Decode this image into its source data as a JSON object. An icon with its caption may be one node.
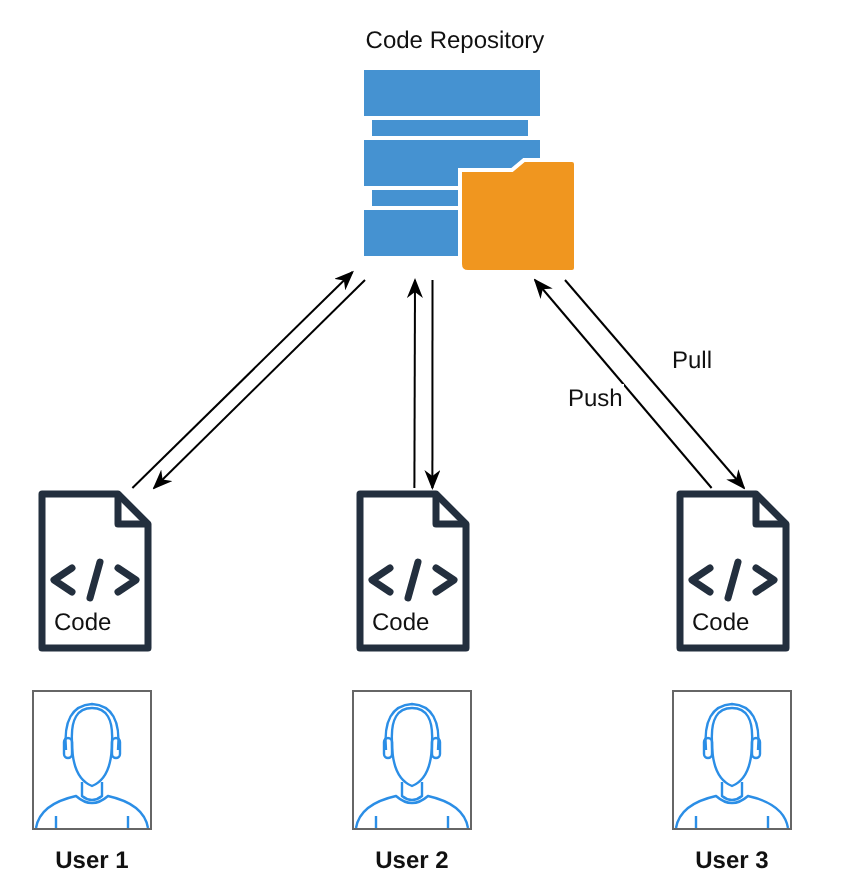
{
  "diagram": {
    "nodes": [
      {
        "text": [
          "Code Repository"
        ]
      },
      {
        "text": [
          "Code"
        ]
      },
      {
        "text": [
          "Code"
        ]
      },
      {
        "text": [
          "Code"
        ]
      },
      {
        "text": [
          "User 1"
        ]
      },
      {
        "text": [
          "User 2"
        ]
      },
      {
        "text": [
          "User 3"
        ]
      }
    ],
    "edges": [
      {
        "from": 1,
        "to": 0,
        "arrow": "to"
      },
      {
        "from": 0,
        "to": 1,
        "arrow": "to"
      },
      {
        "from": 2,
        "to": 0,
        "arrow": "to"
      },
      {
        "from": 0,
        "to": 2,
        "arrow": "to"
      },
      {
        "from": 3,
        "to": 0,
        "arrow": "to",
        "label": "Push"
      },
      {
        "from": 0,
        "to": 3,
        "arrow": "to",
        "label": "Pull"
      }
    ]
  }
}
